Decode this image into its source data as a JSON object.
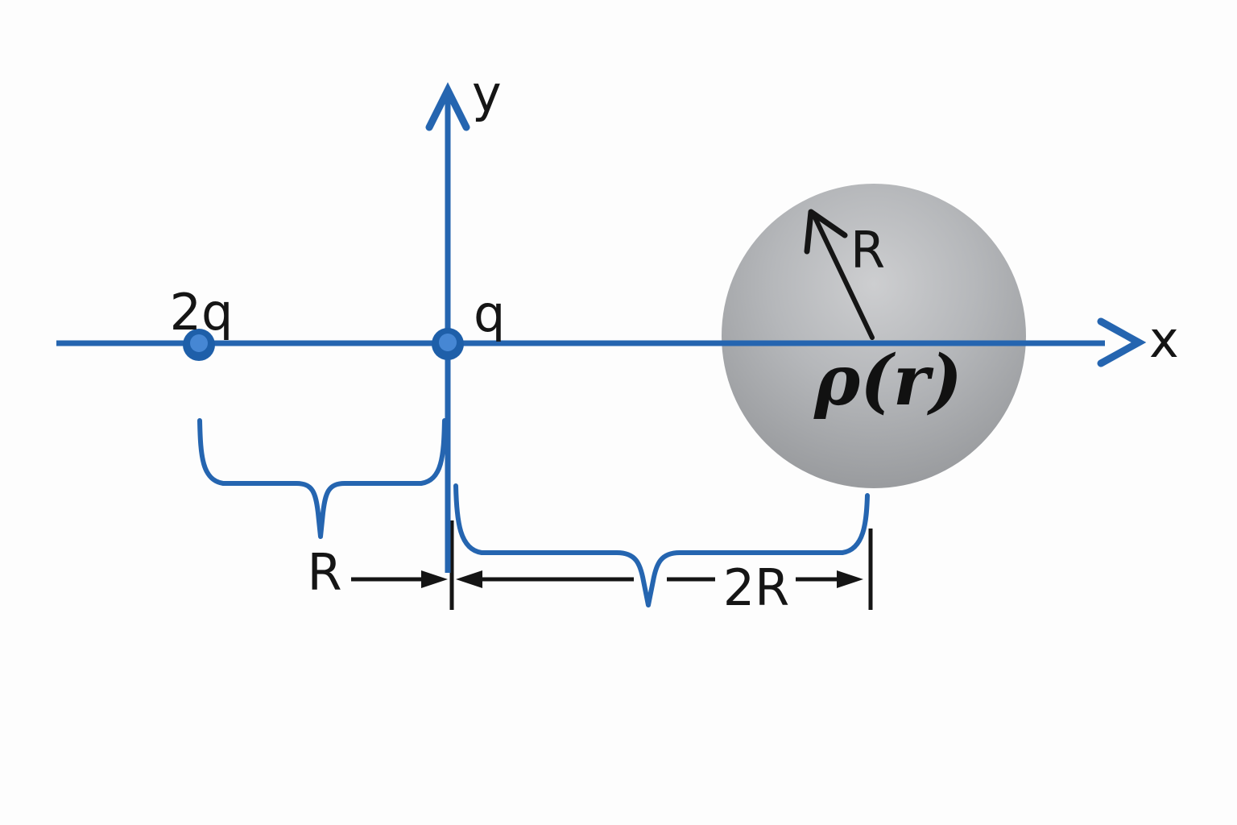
{
  "figure": {
    "labels": {
      "y_axis": "y",
      "x_axis": "x",
      "charge_left": "2q",
      "charge_origin": "q",
      "sphere_radius": "R",
      "charge_density": "ρ(r)",
      "dim_left": "R",
      "dim_right": "2R"
    },
    "colors": {
      "background": "#fdfdfd",
      "axis_blue": "#2565b0",
      "charge_outer": "#1e5fa9",
      "charge_inner": "#4687d4",
      "ink": "#151515",
      "sphere_highlight": "#cdced0",
      "sphere_mid": "#b5b7ba",
      "sphere_edge": "#96989b"
    }
  }
}
